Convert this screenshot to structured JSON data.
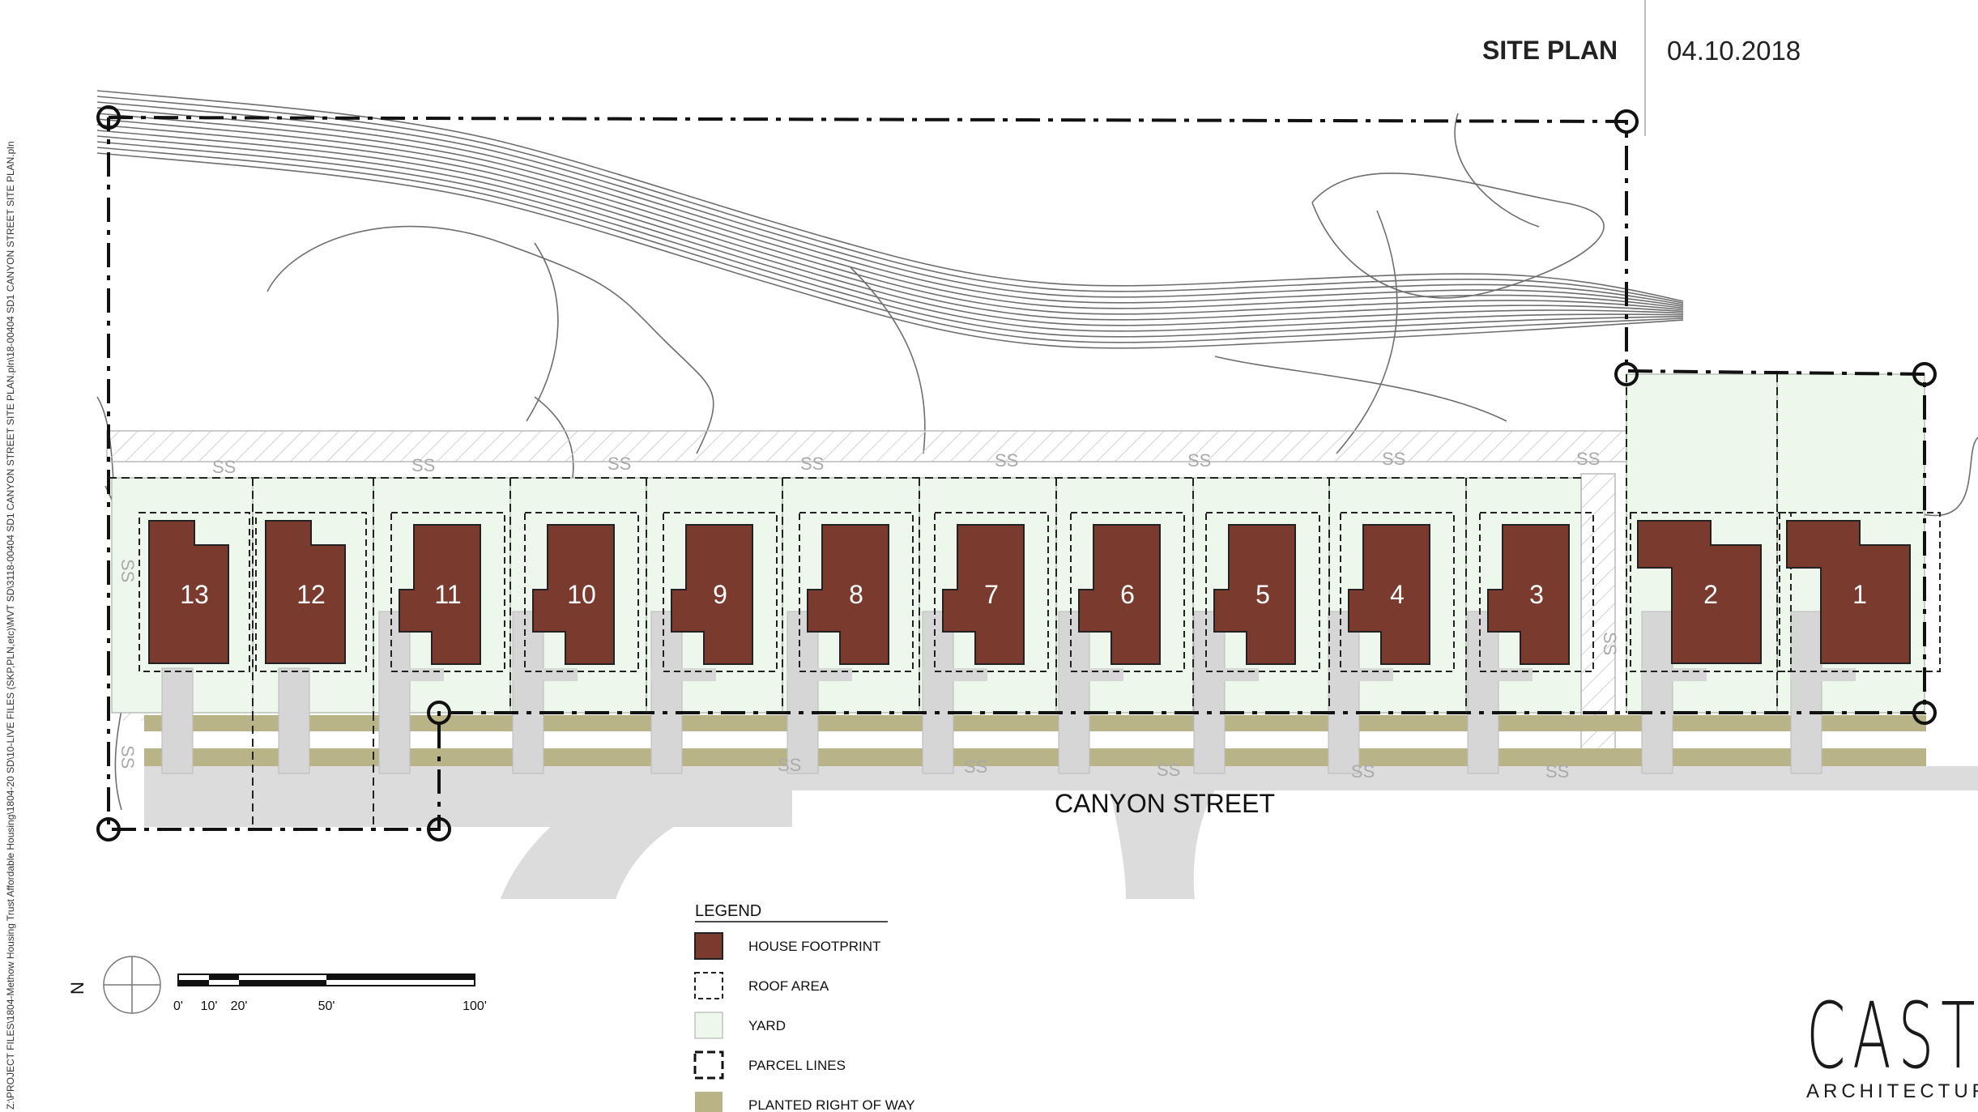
{
  "header": {
    "title": "SITE PLAN",
    "date": "04.10.2018"
  },
  "file_path": "Z:\\PROJECT FILES\\1804-Methow Housing Trust Affordable Housing\\1804-20 SD\\10-LIVE FILES (SKP,PLN,etc)\\MVT SD\\3118-00404 SD1 CANYON STREET SITE PLAN.pln\\18-00404 SD1 CANYON STREET SITE PLAN.pln",
  "street": {
    "name": "CANYON STREET"
  },
  "sewer_label": "SS",
  "lots": [
    "13",
    "12",
    "11",
    "10",
    "9",
    "8",
    "7",
    "6",
    "5",
    "4",
    "3",
    "2",
    "1"
  ],
  "legend": {
    "title": "LEGEND",
    "items": [
      {
        "label": "HOUSE FOOTPRINT",
        "kind": "house"
      },
      {
        "label": "ROOF AREA",
        "kind": "roof"
      },
      {
        "label": "YARD",
        "kind": "yard"
      },
      {
        "label": "PARCEL LINES",
        "kind": "parcel"
      },
      {
        "label": "PLANTED RIGHT OF WAY",
        "kind": "planted"
      }
    ]
  },
  "north": {
    "label": "N"
  },
  "scale": {
    "ticks": [
      "0'",
      "10'",
      "20'",
      "50'",
      "100'"
    ]
  },
  "logo": {
    "word": "CAST",
    "subtitle": "ARCHITECTURE"
  },
  "colors": {
    "house": "#7a3b2e",
    "yard": "#eef7ec",
    "planted": "#b8b487",
    "road": "#dcdcdc",
    "driveway": "#d6d6d6",
    "contour": "#6e6e6e",
    "sewer_text": "#aaaaaa"
  }
}
